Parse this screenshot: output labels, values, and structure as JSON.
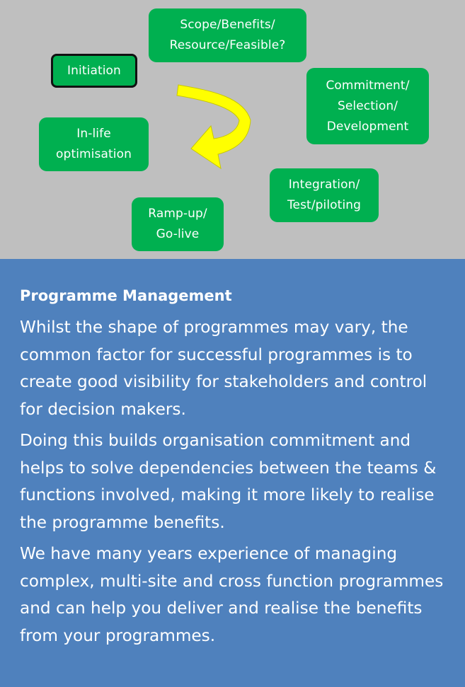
{
  "diagram": {
    "stages": [
      {
        "id": "scope",
        "label": "Scope/Benefits/\nResource/Feasible?"
      },
      {
        "id": "initiation",
        "label": "Initiation",
        "selected": true
      },
      {
        "id": "commitment",
        "label": "Commitment/\nSelection/\nDevelopment"
      },
      {
        "id": "in-life",
        "label": "In-life\noptimisation"
      },
      {
        "id": "integration",
        "label": "Integration/\nTest/piloting"
      },
      {
        "id": "ramp-up",
        "label": "Ramp-up/\nGo-live"
      }
    ],
    "colors": {
      "background": "#bfbfbf",
      "stage_fill": "#00b050",
      "stage_text": "#ffffff",
      "arrow": "#ffff00",
      "selected_border": "#111111"
    }
  },
  "content": {
    "heading": "Programme Management",
    "paragraphs": [
      "Whilst the shape of programmes may vary, the common factor for successful programmes is to create good visibility for stakeholders and control for decision makers.",
      "Doing this builds organisation commitment and helps to solve dependencies between the teams & functions involved, making it more likely to realise the programme benefits.",
      "We have many years experience of managing complex, multi-site and cross function programmes and can help you deliver and realise the benefits from your programmes."
    ],
    "background": "#4f81bd"
  }
}
